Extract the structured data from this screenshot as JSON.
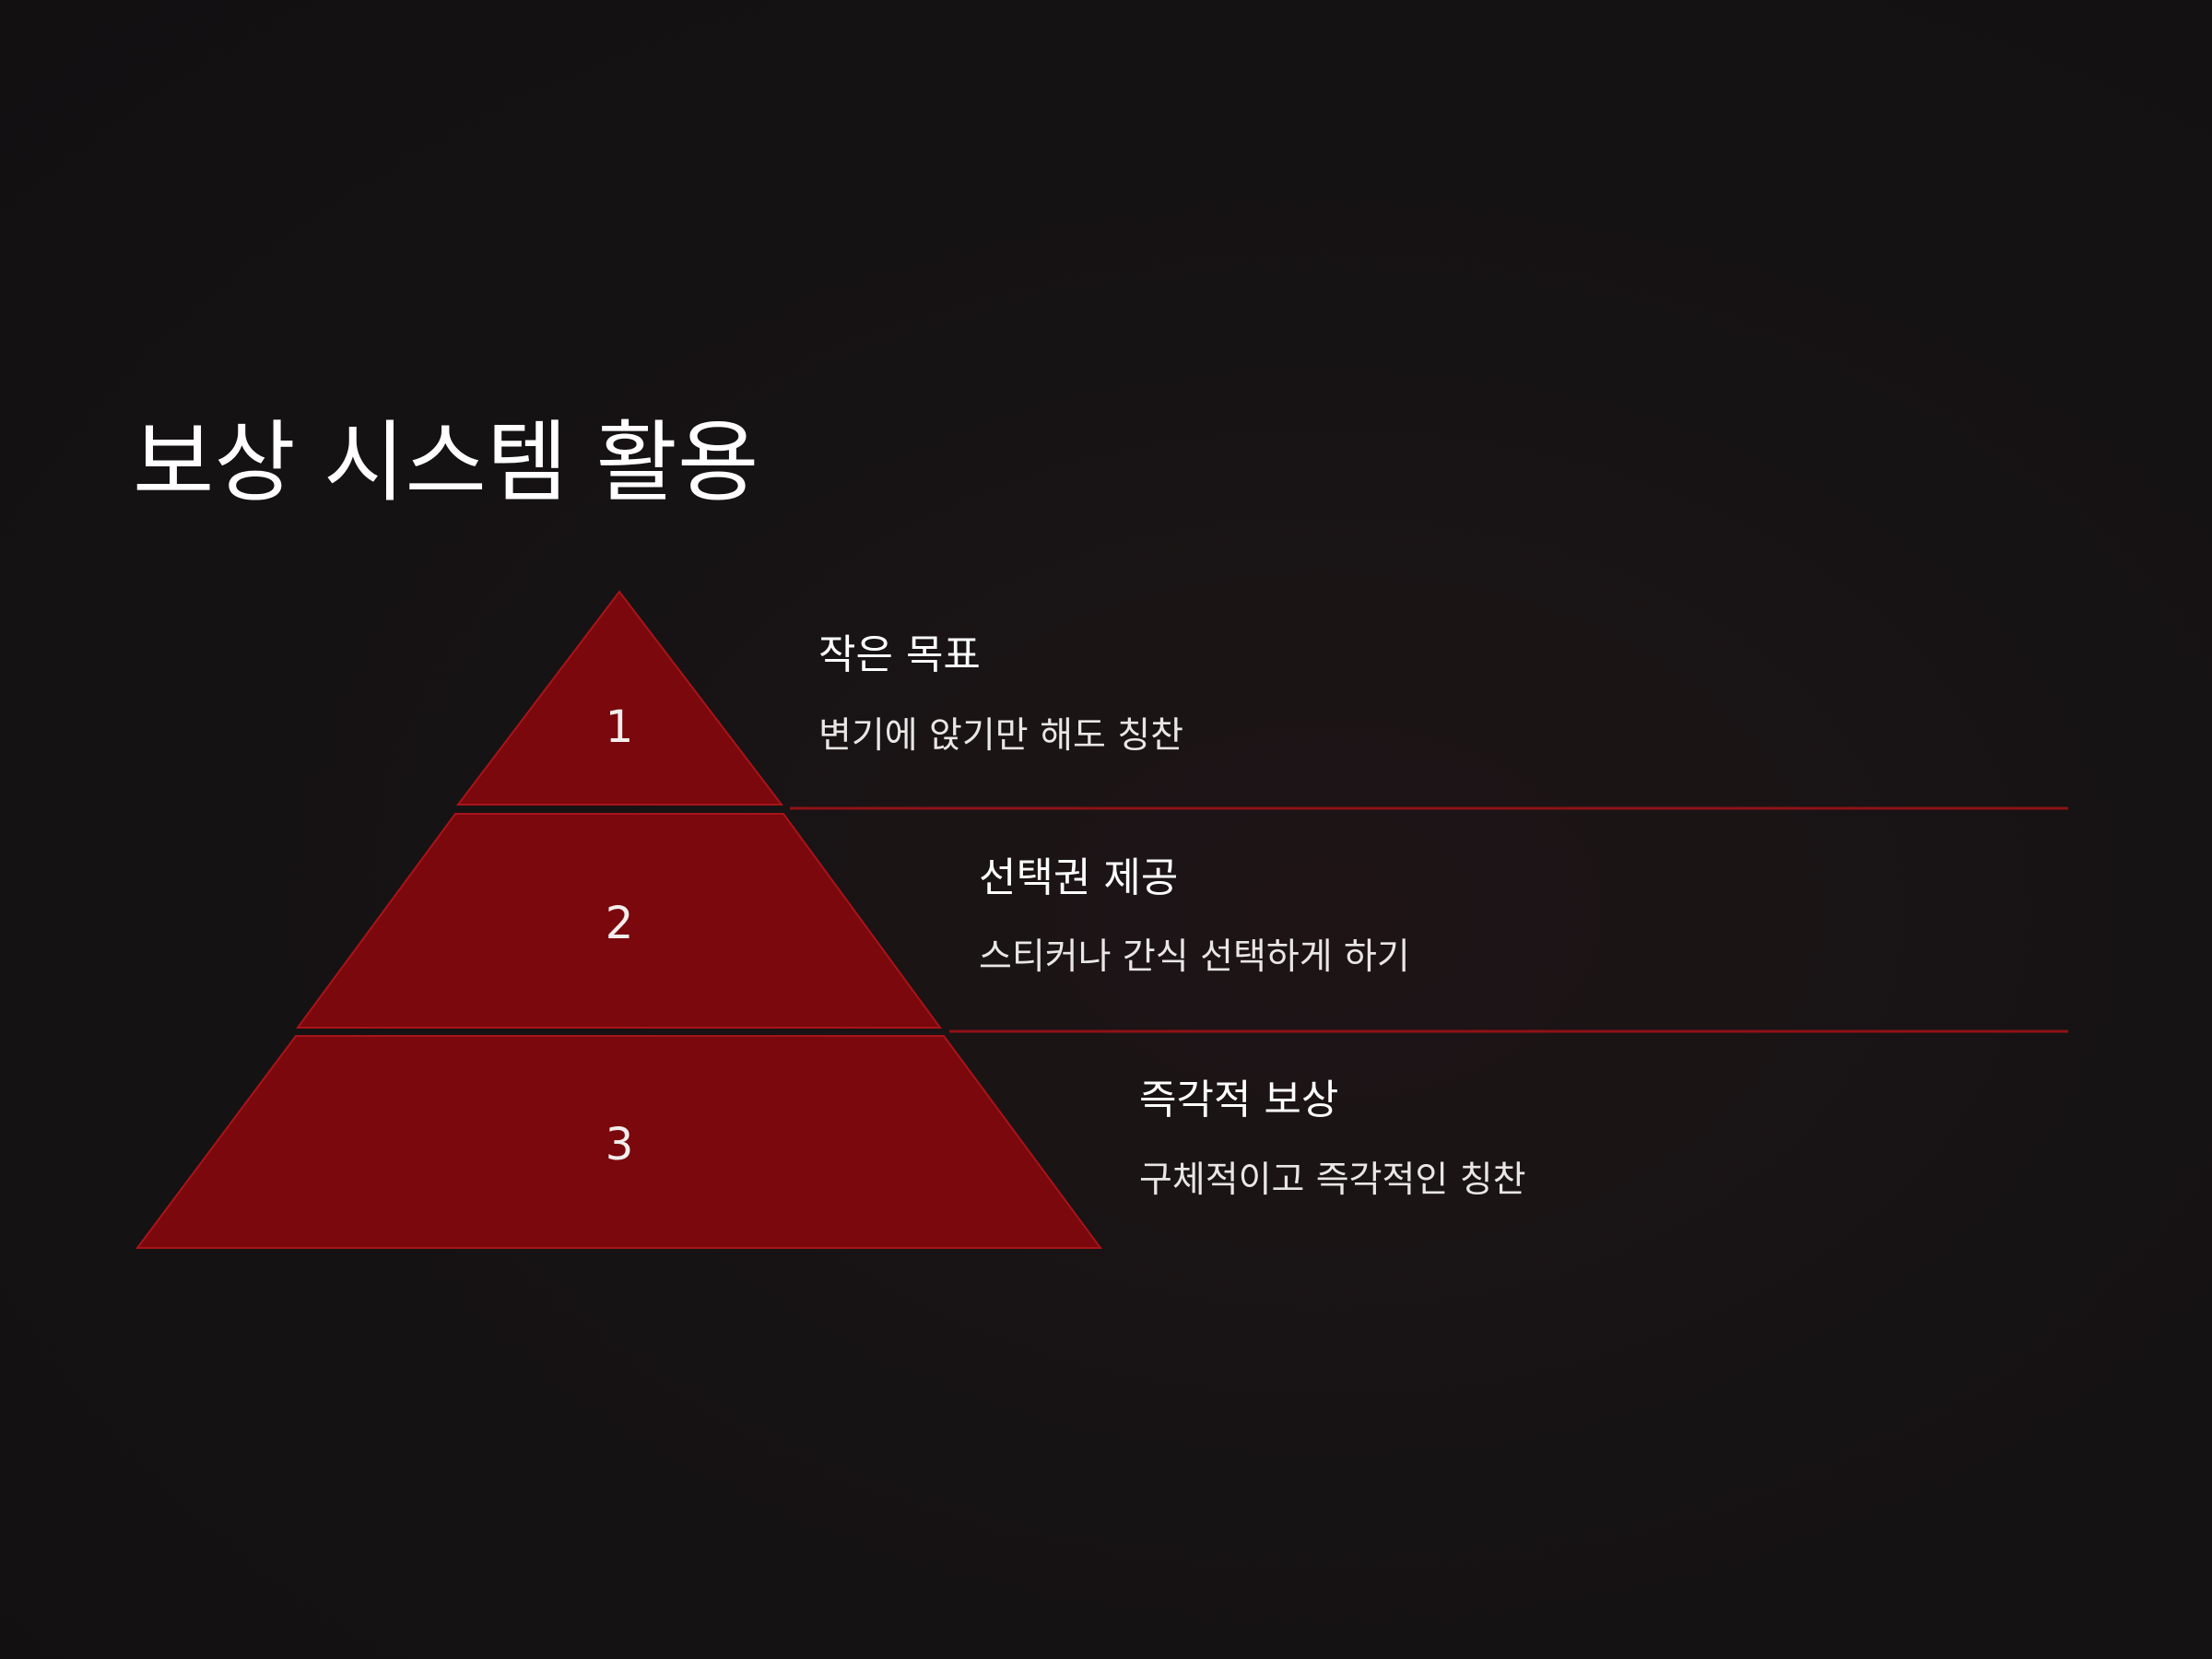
{
  "slide": {
    "title": "보상 시스템 활용"
  },
  "pyramid": {
    "fill_color": "#7a080c",
    "stroke_color": "#a8141a",
    "divider_color": "#8e1116",
    "tiers": [
      {
        "number": "1",
        "heading": "작은 목표",
        "description": "변기에 앉기만 해도 칭찬"
      },
      {
        "number": "2",
        "heading": "선택권 제공",
        "description": "스티커나 간식 선택하게 하기"
      },
      {
        "number": "3",
        "heading": "즉각적 보상",
        "description": "구체적이고 즉각적인 칭찬"
      }
    ]
  }
}
